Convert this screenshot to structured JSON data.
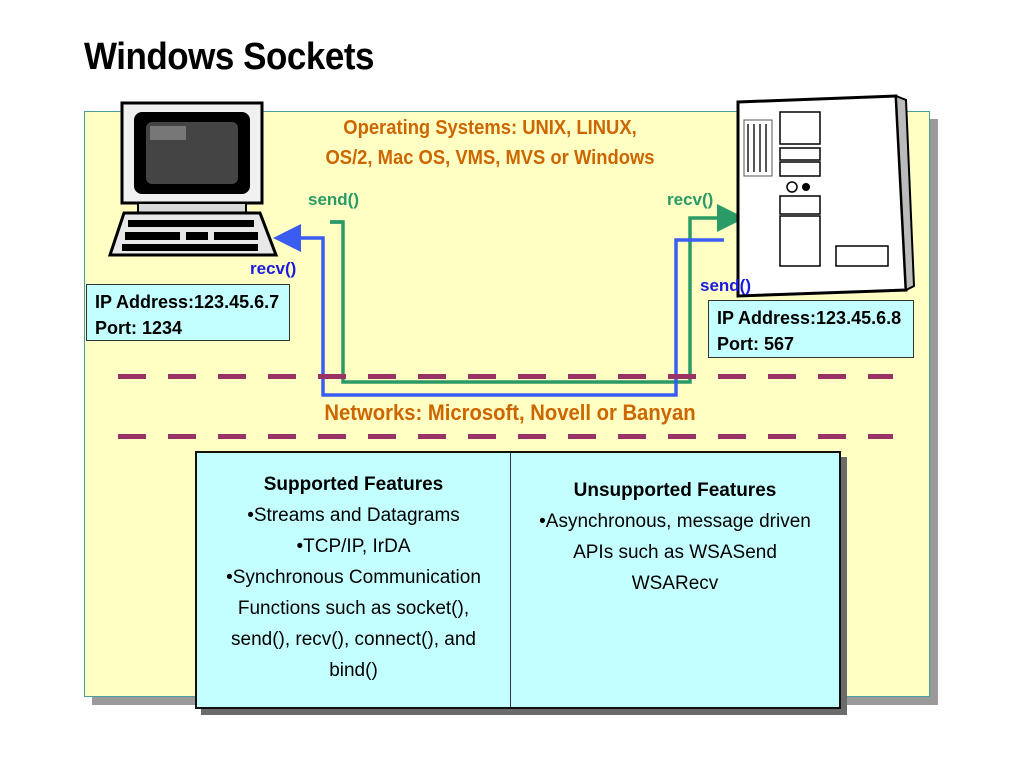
{
  "title": "Windows Sockets",
  "operating_systems": {
    "line1": "Operating Systems: UNIX, LINUX,",
    "line2": "OS/2, Mac OS, VMS, MVS or Windows"
  },
  "client": {
    "send_label": "send()",
    "recv_label": "recv()",
    "ip": "IP Address:123.45.6.7",
    "port": "Port: 1234"
  },
  "server": {
    "recv_label": "recv()",
    "send_label": "send()",
    "ip": "IP Address:123.45.6.8",
    "port": "Port: 567"
  },
  "network": "Networks: Microsoft, Novell or Banyan",
  "features": {
    "supported": {
      "heading": "Supported Features",
      "lines": [
        "•Streams and Datagrams",
        "•TCP/IP, IrDA",
        "•Synchronous Communication",
        "Functions such as socket(),",
        "send(), recv(), connect(), and",
        "bind()"
      ]
    },
    "unsupported": {
      "heading": "Unsupported Features",
      "lines": [
        "•Asynchronous, message driven",
        "APIs such as WSASend",
        "WSARecv"
      ]
    }
  },
  "colors": {
    "panel": "#ffffc4",
    "orange_text": "#cc6600",
    "green_line": "#2a9a66",
    "blue_line": "#3b5cf0",
    "dash": "#993366",
    "box_fill": "#c4ffff"
  }
}
